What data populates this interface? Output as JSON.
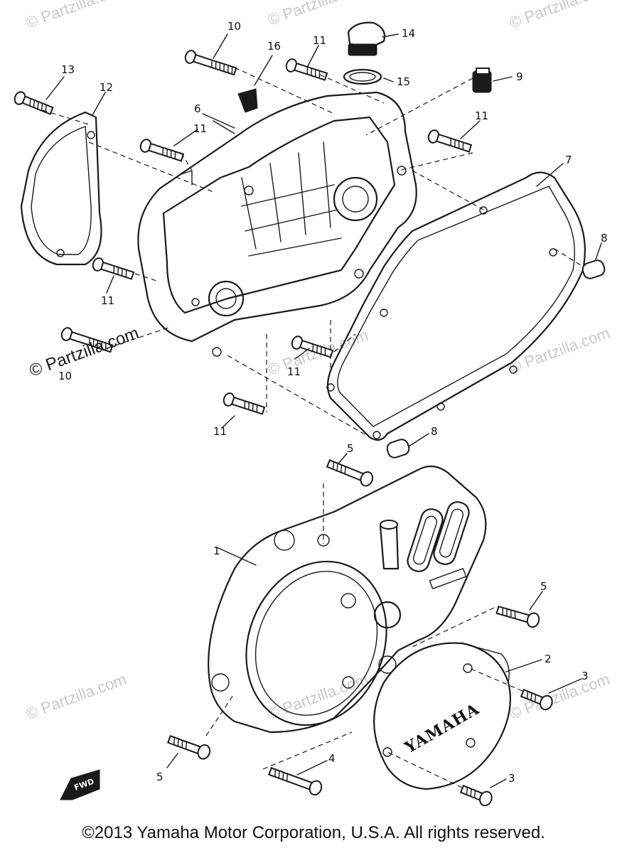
{
  "watermarks": {
    "faint": "© Partzilla.com",
    "dark": "© Partzilla.com"
  },
  "callouts": {
    "c1": "1",
    "c2": "2",
    "c3a": "3",
    "c3b": "3",
    "c4": "4",
    "c5a": "5",
    "c5b": "5",
    "c5c": "5",
    "c6": "6",
    "c7": "7",
    "c8a": "8",
    "c8b": "8",
    "c9": "9",
    "c10a": "10",
    "c10b": "10",
    "c11a": "11",
    "c11b": "11",
    "c11c": "11",
    "c11d": "11",
    "c11e": "11",
    "c11f": "11",
    "c12": "12",
    "c13": "13",
    "c14": "14",
    "c15": "15",
    "c16": "16"
  },
  "cover_badge": "YAMAHA",
  "fwd_label": "FWD",
  "copyright": "©2013  Yamaha Motor Corporation, U.S.A. All rights reserved.",
  "colors": {
    "ink": "#1a1a1a",
    "watermark": "#c9c9c9",
    "background": "#ffffff"
  }
}
